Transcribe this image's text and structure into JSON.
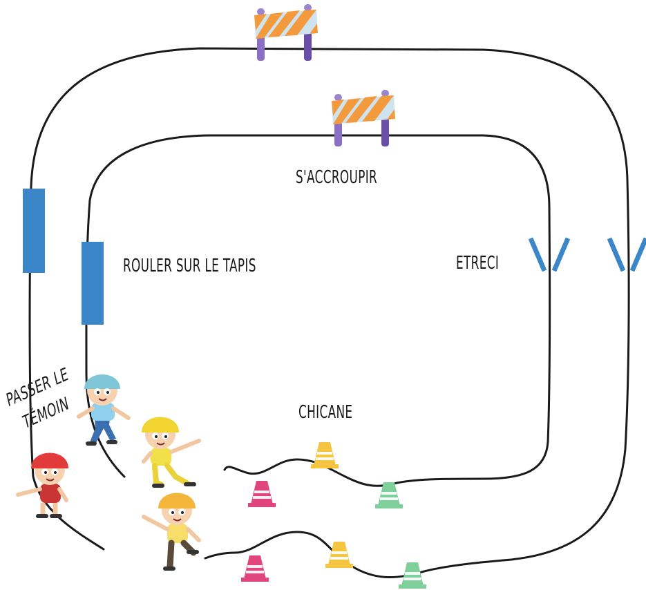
{
  "labels": {
    "accroupir": "S'ACCROUPIR",
    "tapis": "ROULER SUR LE TAPIS",
    "etreci": "ETRECI",
    "chicane": "CHICANE",
    "temoin_line1": "PASSER LE",
    "temoin_line2": "TÉMOIN"
  },
  "colors": {
    "track": "#1a1a1a",
    "mat": "#3a86c8",
    "narrow": "#3a86c8",
    "cone_pink": "#e0457b",
    "cone_yellow": "#f5c542",
    "cone_green": "#7fcf9a",
    "barrier_orange": "#f39a3c",
    "barrier_stripe": "#cfe3ee",
    "barrier_post": "#8a6fc4",
    "helmet_red": "#e23b3b",
    "helmet_blue": "#7fc6d8",
    "helmet_yellow": "#f2d530",
    "helmet_orange": "#f4b63a"
  },
  "icons": [
    "barrier-icon",
    "cone-icon",
    "skater-icon",
    "mat-icon",
    "narrow-gate-icon"
  ]
}
